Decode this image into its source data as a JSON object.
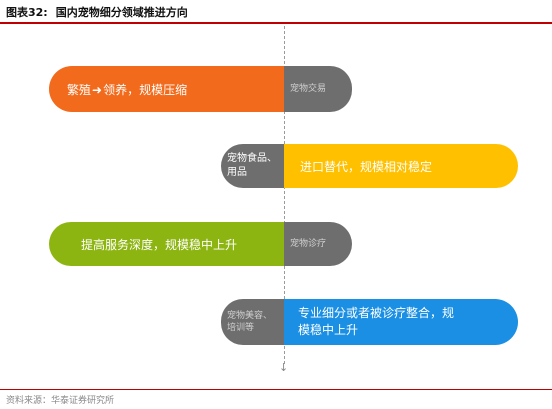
{
  "figure": {
    "number": "图表32:",
    "title": "国内宠物细分领域推进方向",
    "source": "资料来源：华泰证券研究所"
  },
  "rows": [
    {
      "left": {
        "text_before": "繁殖",
        "arrow": "➜",
        "text_after": "领养，规模压缩",
        "color": "#f26a1b"
      },
      "right": {
        "text": "宠物交易",
        "color": "#6e6e6e"
      }
    },
    {
      "left": {
        "line1": "宠物食品、",
        "line2": "用品",
        "color": "#6e6e6e"
      },
      "right": {
        "text": "进口替代，规模相对稳定",
        "color": "#ffc000"
      }
    },
    {
      "left": {
        "text": "提高服务深度，规模稳中上升",
        "color": "#8db511"
      },
      "right": {
        "text": "宠物诊疗",
        "color": "#6e6e6e"
      }
    },
    {
      "left": {
        "line1": "宠物美容、",
        "line2": "培训等",
        "color": "#6e6e6e"
      },
      "right": {
        "line1": "专业细分或者被诊疗整合，规",
        "line2": "模稳中上升",
        "color": "#1a8fe3"
      }
    }
  ],
  "axis": {
    "arrow_glyph": "↓"
  }
}
